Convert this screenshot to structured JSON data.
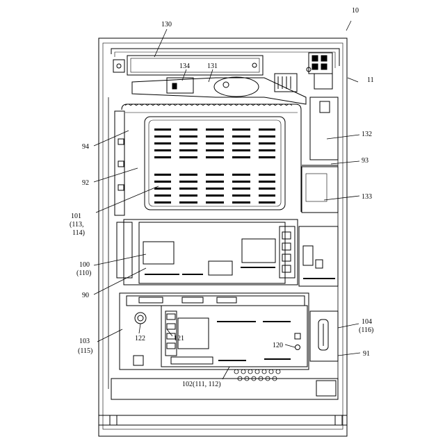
{
  "figure": {
    "ref_10": "10",
    "ref_11": "11",
    "ref_130": "130",
    "ref_134": "134",
    "ref_131": "131",
    "ref_132": "132",
    "ref_93": "93",
    "ref_94": "94",
    "ref_92": "92",
    "ref_101": "101",
    "ref_101_sub1": "(113,",
    "ref_101_sub2": "114)",
    "ref_133": "133",
    "ref_100": "100",
    "ref_100_sub": "(110)",
    "ref_90": "90",
    "ref_103": "103",
    "ref_103_sub": "(115)",
    "ref_122": "122",
    "ref_121": "121",
    "ref_120": "120",
    "ref_104": "104",
    "ref_104_sub": "(116)",
    "ref_91": "91",
    "ref_102": "102(111, 112)"
  }
}
